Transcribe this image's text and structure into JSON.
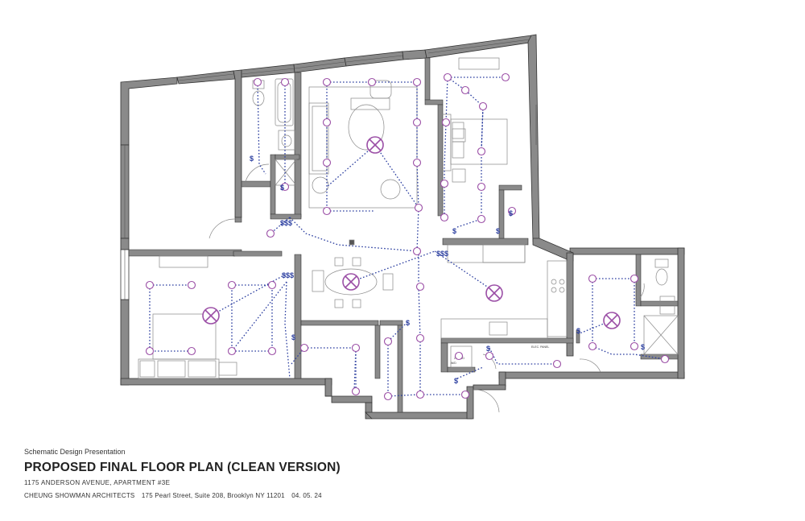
{
  "sheet": {
    "subtitle": "Schematic Design Presentation",
    "title": "PROPOSED FINAL FLOOR PLAN (CLEAN VERSION)",
    "address": "1175 ANDERSON AVENUE, APARTMENT #3E",
    "firm": "CHEUNG SHOWMAN ARCHITECTS",
    "firm_address": "175 Pearl Street, Suite 208, Brooklyn NY 11201",
    "date": "04. 05. 24"
  },
  "symbols": {
    "switch": "$",
    "switch_3way": "$$",
    "switch_4gang": "$$$"
  },
  "plan_labels": {
    "elec_panel": "ELEC. PANEL",
    "washer_dryer": "W/D",
    "closet": "24\" W/D"
  },
  "colors": {
    "wall": "#8a8a8a",
    "wall_outline": "#333333",
    "fixture_line": "#888888",
    "light_fixture": "#9b4fa6",
    "circuit_line": "#2c3fa0",
    "switch": "#2c3fa0"
  }
}
